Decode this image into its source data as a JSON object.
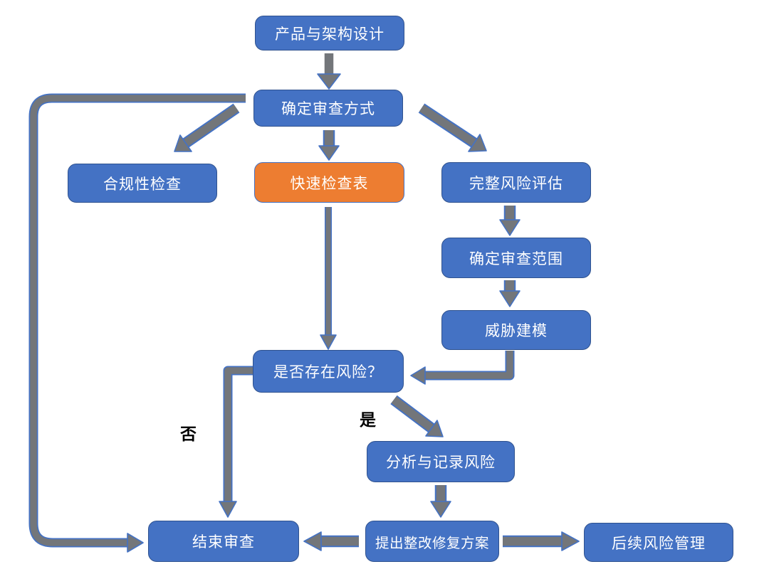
{
  "diagram": {
    "type": "flowchart",
    "language": "zh-CN",
    "nodes": [
      {
        "id": "product-architecture-design",
        "label": "产品与架构设计",
        "fill": "#4472C4",
        "border": "#2F528F",
        "text_color": "#FFFFFF"
      },
      {
        "id": "determine-review-method",
        "label": "确定审查方式",
        "fill": "#4472C4",
        "border": "#2F528F",
        "text_color": "#FFFFFF"
      },
      {
        "id": "compliance-check",
        "label": "合规性检查",
        "fill": "#4472C4",
        "border": "#2F528F",
        "text_color": "#FFFFFF"
      },
      {
        "id": "quick-checklist",
        "label": "快速检查表",
        "fill": "#ED7D31",
        "border": "#4472C4",
        "text_color": "#FFFFFF"
      },
      {
        "id": "full-risk-assessment",
        "label": "完整风险评估",
        "fill": "#4472C4",
        "border": "#2F528F",
        "text_color": "#FFFFFF"
      },
      {
        "id": "determine-review-scope",
        "label": "确定审查范围",
        "fill": "#4472C4",
        "border": "#2F528F",
        "text_color": "#FFFFFF"
      },
      {
        "id": "threat-modeling",
        "label": "威胁建模",
        "fill": "#4472C4",
        "border": "#2F528F",
        "text_color": "#FFFFFF"
      },
      {
        "id": "risk-exists-decision",
        "label": "是否存在风险？",
        "fill": "#4472C4",
        "border": "#2F528F",
        "text_color": "#FFFFFF"
      },
      {
        "id": "analyze-record-risk",
        "label": "分析与记录风险",
        "fill": "#4472C4",
        "border": "#2F528F",
        "text_color": "#FFFFFF"
      },
      {
        "id": "end-review",
        "label": "结束审查",
        "fill": "#4472C4",
        "border": "#2F528F",
        "text_color": "#FFFFFF"
      },
      {
        "id": "remediation-plan",
        "label": "提出整改修复方案",
        "fill": "#4472C4",
        "border": "#2F528F",
        "text_color": "#FFFFFF"
      },
      {
        "id": "followup-risk-management",
        "label": "后续风险管理",
        "fill": "#4472C4",
        "border": "#2F528F",
        "text_color": "#FFFFFF"
      }
    ],
    "edge_labels": {
      "yes": "是",
      "no": "否"
    },
    "edges": [
      {
        "from": "产品与架构设计",
        "to": "确定审查方式"
      },
      {
        "from": "确定审查方式",
        "to": "合规性检查"
      },
      {
        "from": "确定审查方式",
        "to": "快速检查表"
      },
      {
        "from": "确定审查方式",
        "to": "完整风险评估"
      },
      {
        "from": "完整风险评估",
        "to": "确定审查范围"
      },
      {
        "from": "确定审查范围",
        "to": "威胁建模"
      },
      {
        "from": "威胁建模",
        "to": "是否存在风险？"
      },
      {
        "from": "快速检查表",
        "to": "是否存在风险？"
      },
      {
        "from": "是否存在风险？",
        "to": "分析与记录风险",
        "label": "是"
      },
      {
        "from": "是否存在风险？",
        "to": "结束审查",
        "label": "否"
      },
      {
        "from": "分析与记录风险",
        "to": "提出整改修复方案"
      },
      {
        "from": "提出整改修复方案",
        "to": "结束审查"
      },
      {
        "from": "提出整改修复方案",
        "to": "后续风险管理"
      },
      {
        "from": "确定审查方式",
        "to": "结束审查"
      }
    ],
    "colors": {
      "node_blue": "#4472C4",
      "node_orange": "#ED7D31",
      "node_border_dark": "#2F528F",
      "arrow_gray": "#73767A",
      "arrow_outline_blue": "#4472C4",
      "edge_label_text": "#000000",
      "node_text": "#FFFFFF",
      "background": "#FFFFFF"
    }
  }
}
